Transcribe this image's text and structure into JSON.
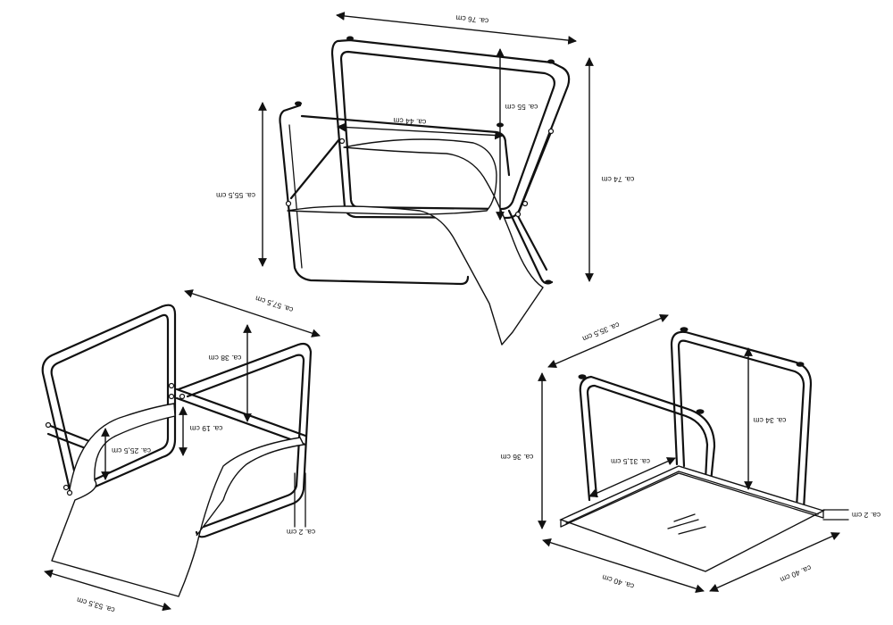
{
  "dimensions": [
    {
      "id": "top-width",
      "text": "ca. 76 cm"
    },
    {
      "id": "top-inner-width",
      "text": "ca. 44 cm"
    },
    {
      "id": "top-back-height",
      "text": "ca. 55 cm"
    },
    {
      "id": "top-total-height",
      "text": "ca. 74 cm"
    },
    {
      "id": "top-left-height",
      "text": "ca. 55,5 cm"
    },
    {
      "id": "chair-depth",
      "text": "ca. 57,5 cm"
    },
    {
      "id": "chair-back-height",
      "text": "ca. 38 cm"
    },
    {
      "id": "chair-seat-height",
      "text": "ca. 19 cm"
    },
    {
      "id": "chair-arm-height",
      "text": "ca. 25,5 cm"
    },
    {
      "id": "chair-tube",
      "text": "ca. 2 cm"
    },
    {
      "id": "chair-width",
      "text": "ca. 53,5 cm"
    },
    {
      "id": "table-top-depth",
      "text": "ca. 35,5 cm"
    },
    {
      "id": "table-height",
      "text": "ca. 36 cm"
    },
    {
      "id": "table-leg-height",
      "text": "ca. 34 cm"
    },
    {
      "id": "table-inner-width",
      "text": "ca. 31,5 cm"
    },
    {
      "id": "table-thickness",
      "text": "ca. 2 cm"
    },
    {
      "id": "table-width-left",
      "text": "ca. 40 cm"
    },
    {
      "id": "table-width-right",
      "text": "ca. 40 cm"
    }
  ]
}
